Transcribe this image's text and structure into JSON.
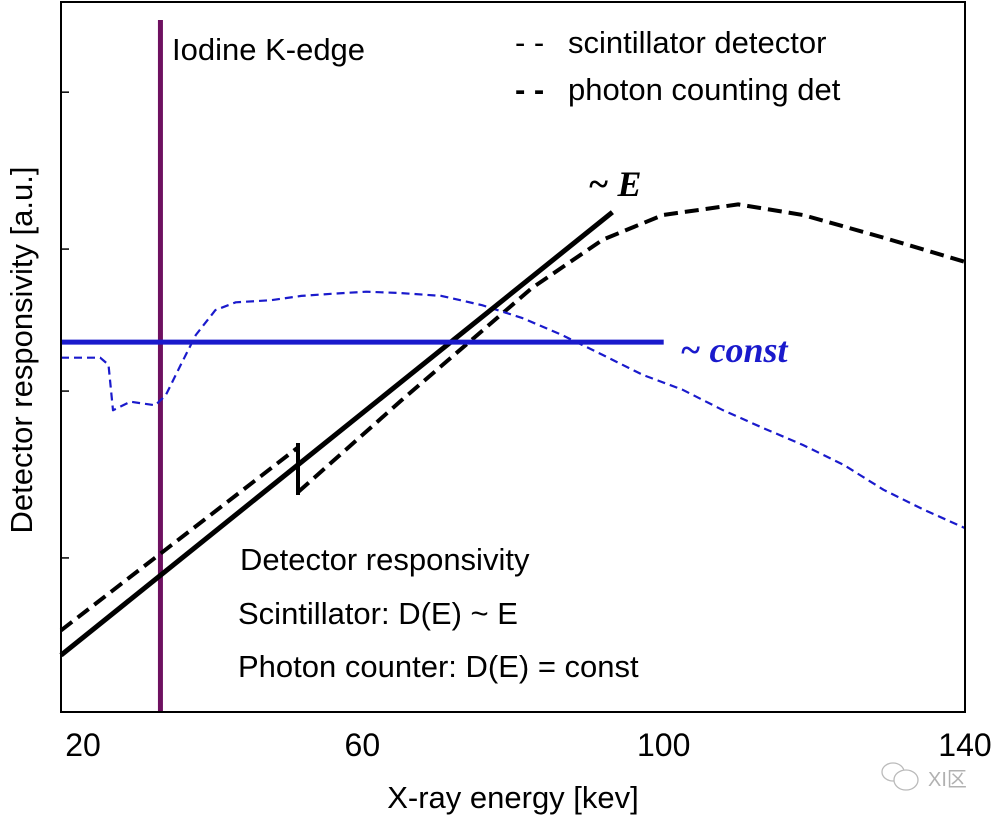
{
  "chart_data": {
    "type": "line",
    "title": "",
    "xlabel": "X-ray energy [kev]",
    "ylabel": "Detector responsivity  [a.u.]",
    "xlim": [
      20,
      140
    ],
    "ylim": [
      0,
      1
    ],
    "xticks": [
      20,
      60,
      100,
      140
    ],
    "xtick_labels": [
      "20",
      "60",
      "100",
      "140"
    ],
    "yticks": [
      0.217,
      0.452,
      0.652,
      0.873
    ],
    "grid": false,
    "legend": {
      "placement": "top-right",
      "entries": [
        {
          "marker": "- -",
          "label": "scintillator  detector",
          "color": "#000000"
        },
        {
          "marker": "- -",
          "label": "photon counting det",
          "color": "#1a1acc"
        }
      ]
    },
    "series": [
      {
        "name": "scintillator detector",
        "style": "dashed",
        "color": "#000000",
        "segments": [
          {
            "x": [
              20,
              51.5
            ],
            "y": [
              0.115,
              0.373
            ]
          },
          {
            "x": [
              51.5,
              65.2,
              82.5,
              91.9,
              99.9,
              109.9,
              118.5,
              129.2,
              140
            ],
            "y": [
              0.31,
              0.439,
              0.597,
              0.665,
              0.7,
              0.715,
              0.7,
              0.668,
              0.634
            ]
          }
        ]
      },
      {
        "name": "photon counting det",
        "style": "dashed",
        "color": "#1a1acc",
        "segments": [
          {
            "x": [
              20,
              25.2,
              26.3,
              26.9,
              29.2,
              32.5,
              33.9,
              35.9,
              37.9,
              40.5,
              43.2,
              47.9,
              51.9,
              55.9,
              60.5,
              65.2,
              70.5,
              75.9,
              81.2,
              86.5,
              91.9,
              97.2,
              102.5,
              107.9,
              113.2,
              118.5,
              123.9,
              129.2,
              134.5,
              140
            ],
            "y": [
              0.499,
              0.499,
              0.489,
              0.425,
              0.437,
              0.432,
              0.446,
              0.489,
              0.531,
              0.566,
              0.577,
              0.58,
              0.586,
              0.589,
              0.592,
              0.59,
              0.586,
              0.573,
              0.555,
              0.531,
              0.503,
              0.475,
              0.454,
              0.425,
              0.4,
              0.376,
              0.348,
              0.313,
              0.285,
              0.259
            ]
          }
        ]
      },
      {
        "name": "~E (scintillator model)",
        "style": "solid",
        "color": "#000000",
        "segments": [
          {
            "x": [
              20,
              93.2
            ],
            "y": [
              0.08,
              0.704
            ]
          }
        ]
      },
      {
        "name": "~const (photon counter model)",
        "style": "solid",
        "color": "#1a1acc",
        "segments": [
          {
            "x": [
              20,
              100
            ],
            "y": [
              0.521,
              0.521
            ]
          }
        ]
      }
    ],
    "vertical_lines": [
      {
        "x": 33.2,
        "label": "Iodine K-edge",
        "color": "#6e1060"
      }
    ],
    "annotations": {
      "tilde_e": "~ E",
      "tilde_const": "~ const",
      "box_title": "Detector responsivity",
      "box_line1": "Scintillator:  D(E) ~ E",
      "box_line2": "Photon counter:  D(E) = const"
    }
  },
  "watermark": "XI区"
}
